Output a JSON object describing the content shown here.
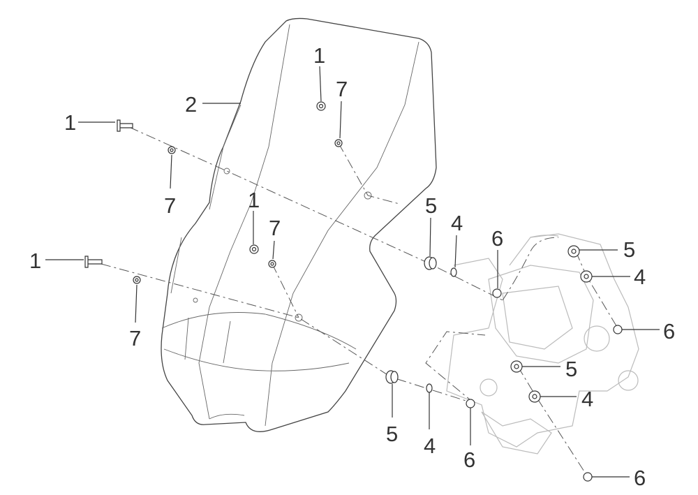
{
  "diagram": {
    "callouts": [
      {
        "id": "c1a",
        "label": "1"
      },
      {
        "id": "c2",
        "label": "2"
      },
      {
        "id": "c1b",
        "label": "1"
      },
      {
        "id": "c7a",
        "label": "7"
      },
      {
        "id": "c7b",
        "label": "7"
      },
      {
        "id": "c1c",
        "label": "1"
      },
      {
        "id": "c7c",
        "label": "7"
      },
      {
        "id": "c1d",
        "label": "1"
      },
      {
        "id": "c7d",
        "label": "7"
      },
      {
        "id": "c5a",
        "label": "5"
      },
      {
        "id": "c4a",
        "label": "4"
      },
      {
        "id": "c6a",
        "label": "6"
      },
      {
        "id": "c5b",
        "label": "5"
      },
      {
        "id": "c4b",
        "label": "4"
      },
      {
        "id": "c6b",
        "label": "6"
      },
      {
        "id": "c5c",
        "label": "5"
      },
      {
        "id": "c4c",
        "label": "4"
      },
      {
        "id": "c6c",
        "label": "6"
      },
      {
        "id": "c5d",
        "label": "5"
      },
      {
        "id": "c4d",
        "label": "4"
      },
      {
        "id": "c6d",
        "label": "6"
      }
    ]
  }
}
